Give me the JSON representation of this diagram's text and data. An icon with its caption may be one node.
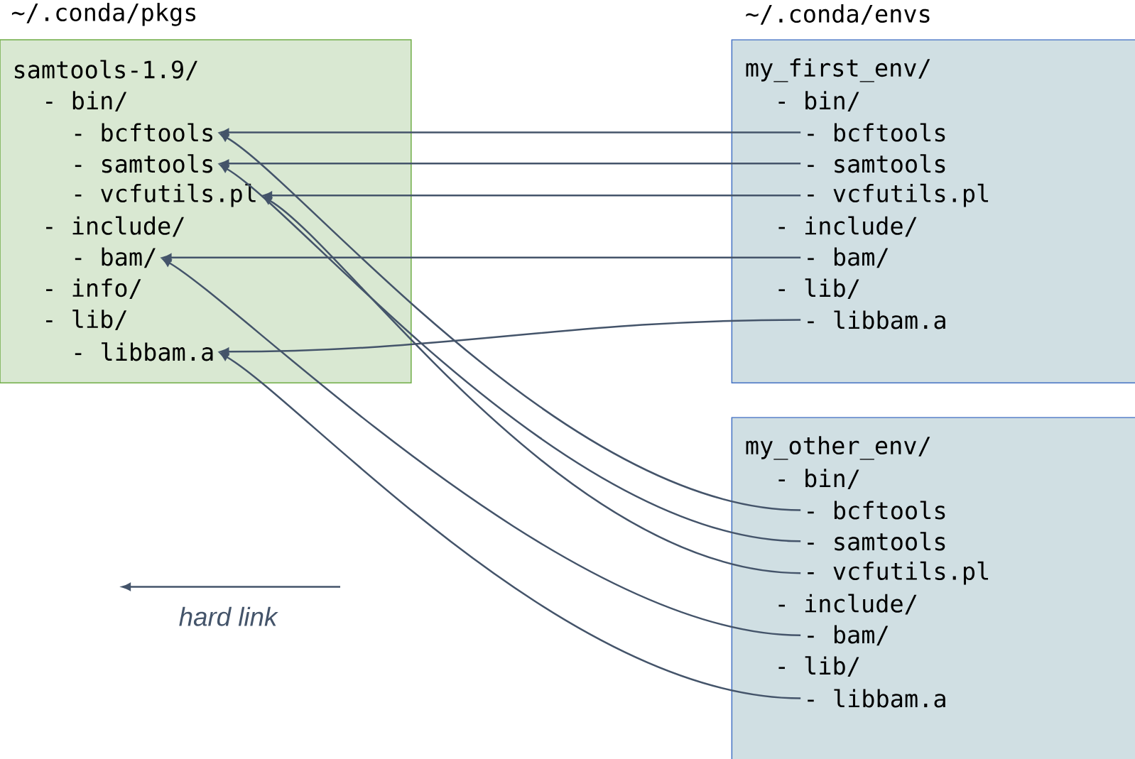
{
  "diagram": {
    "nodes": [
      {
        "text": [
          "~/.conda/pkgs"
        ]
      },
      {
        "text": [
          "samtools-1.9/"
        ],
        "in": 0
      },
      {
        "text": [
          "- bin/"
        ],
        "in": 0
      },
      {
        "text": [
          "- bcftools"
        ],
        "in": 0
      },
      {
        "text": [
          "- samtools"
        ],
        "in": 0
      },
      {
        "text": [
          "- vcfutils.pl"
        ],
        "in": 0
      },
      {
        "text": [
          "- include/"
        ],
        "in": 0
      },
      {
        "text": [
          "- bam/"
        ],
        "in": 0
      },
      {
        "text": [
          "- info/"
        ],
        "in": 0
      },
      {
        "text": [
          "- lib/"
        ],
        "in": 0
      },
      {
        "text": [
          "- libbam.a"
        ],
        "in": 0
      },
      {
        "text": [
          "~/.conda/envs"
        ]
      },
      {
        "text": [
          "my_first_env/"
        ],
        "in": 11
      },
      {
        "text": [
          "- bin/"
        ],
        "in": 11
      },
      {
        "text": [
          "- bcftools"
        ],
        "in": 11
      },
      {
        "text": [
          "- samtools"
        ],
        "in": 11
      },
      {
        "text": [
          "- vcfutils.pl"
        ],
        "in": 11
      },
      {
        "text": [
          "- include/"
        ],
        "in": 11
      },
      {
        "text": [
          "- bam/"
        ],
        "in": 11
      },
      {
        "text": [
          "- lib/"
        ],
        "in": 11
      },
      {
        "text": [
          "- libbam.a"
        ],
        "in": 11
      },
      {
        "text": [],
        "shape": "box"
      },
      {
        "text": [
          "my_other_env/"
        ],
        "in": 21
      },
      {
        "text": [
          "- bin/"
        ],
        "in": 21
      },
      {
        "text": [
          "- bcftools"
        ],
        "in": 21
      },
      {
        "text": [
          "- samtools"
        ],
        "in": 21
      },
      {
        "text": [
          "- vcfutils.pl"
        ],
        "in": 21
      },
      {
        "text": [
          "- include/"
        ],
        "in": 21
      },
      {
        "text": [
          "- bam/"
        ],
        "in": 21
      },
      {
        "text": [
          "- lib/"
        ],
        "in": 21
      },
      {
        "text": [
          "- libbam.a"
        ],
        "in": 21
      }
    ],
    "edges": [
      {
        "from": 14,
        "to": 3,
        "arrow": "to"
      },
      {
        "from": 15,
        "to": 4,
        "arrow": "to"
      },
      {
        "from": 16,
        "to": 5,
        "arrow": "to"
      },
      {
        "from": 18,
        "to": 7,
        "arrow": "to"
      },
      {
        "from": 20,
        "to": 10,
        "arrow": "to"
      },
      {
        "from": 24,
        "to": 3,
        "arrow": "to"
      },
      {
        "from": 25,
        "to": 4,
        "arrow": "to"
      },
      {
        "from": 26,
        "to": 5,
        "arrow": "to"
      },
      {
        "from": 28,
        "to": 7,
        "arrow": "to"
      },
      {
        "from": 30,
        "to": 10,
        "arrow": "to"
      }
    ],
    "legend": [
      {
        "text": "hard link"
      }
    ]
  }
}
